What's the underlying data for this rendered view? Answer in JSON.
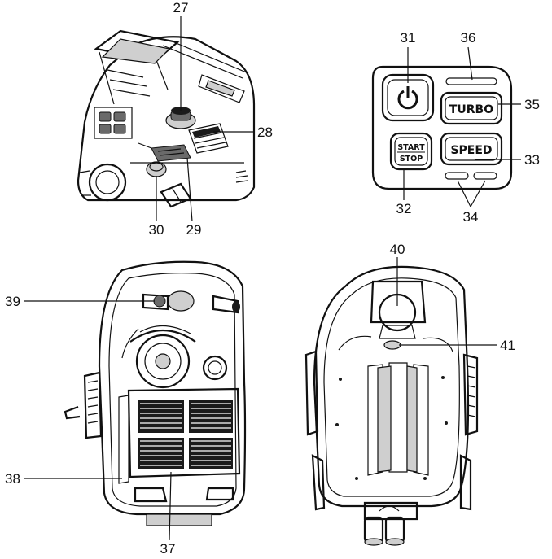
{
  "callouts": {
    "n27": "27",
    "n28": "28",
    "n29": "29",
    "n30": "30",
    "n31": "31",
    "n32": "32",
    "n33": "33",
    "n34": "34",
    "n35": "35",
    "n36": "36",
    "n37": "37",
    "n38": "38",
    "n39": "39",
    "n40": "40",
    "n41": "41"
  },
  "panel": {
    "turbo": "TURBO",
    "speed": "SPEED",
    "start": "START",
    "stop": "STOP"
  },
  "icons": {
    "power_button": "power-icon"
  },
  "colors": {
    "line": "#111111",
    "shade": "#cfcfcf",
    "dark": "#6a6a6a"
  }
}
